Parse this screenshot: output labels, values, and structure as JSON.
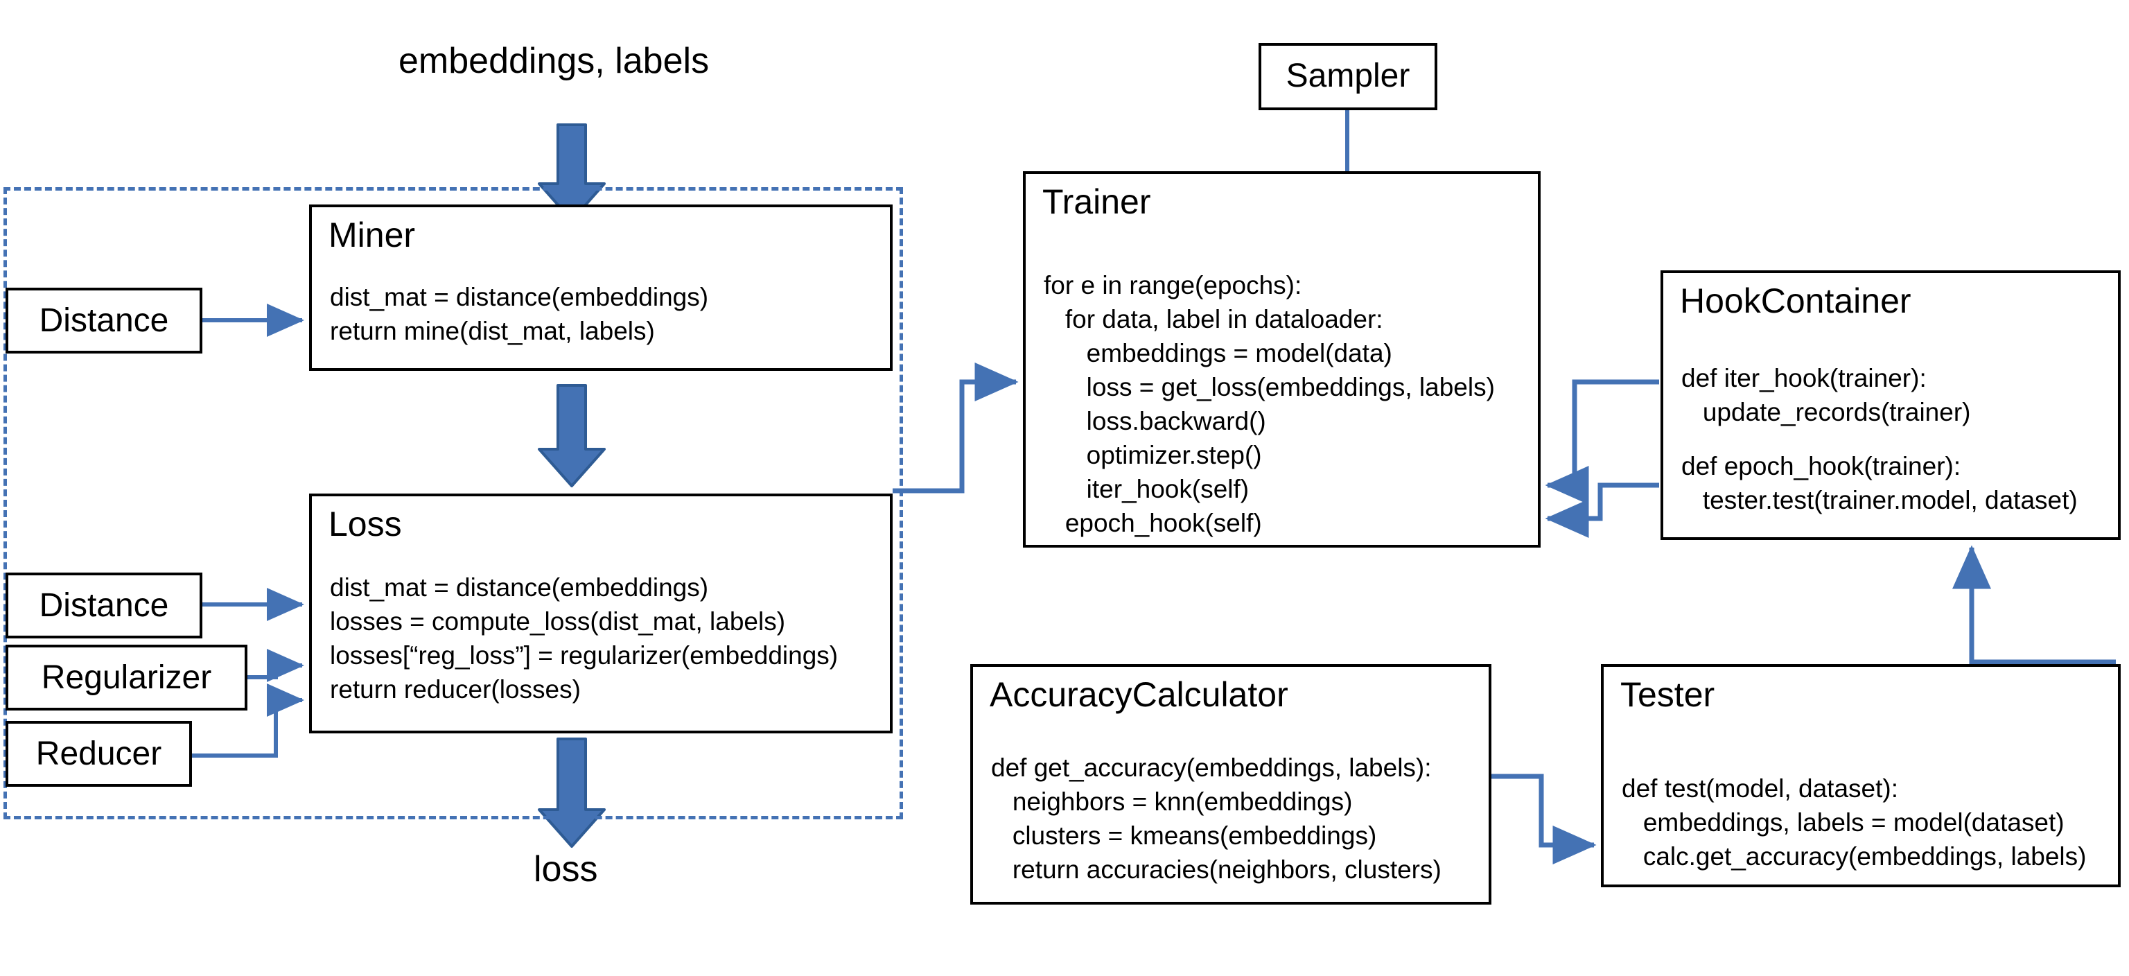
{
  "diagram": {
    "title_text_top": "embeddings, labels",
    "title_text_bottom": "loss",
    "accent_color": "#4472B4",
    "border_color": "#000000",
    "background_color": "#FFFFFF"
  },
  "loss_group": {
    "name": "loss-computation-group",
    "style": "dashed"
  },
  "miner": {
    "title": "Miner",
    "code_lines": [
      "dist_mat = distance(embeddings)",
      "return mine(dist_mat, labels)"
    ]
  },
  "loss": {
    "title": "Loss",
    "code_lines": [
      "dist_mat = distance(embeddings)",
      "losses = compute_loss(dist_mat, labels)",
      "losses[“reg_loss”] = regularizer(embeddings)",
      "return reducer(losses)"
    ]
  },
  "side_inputs": {
    "distance_miner": "Distance",
    "distance_loss": "Distance",
    "regularizer": "Regularizer",
    "reducer": "Reducer"
  },
  "sampler": {
    "title": "Sampler"
  },
  "trainer": {
    "title": "Trainer",
    "code_lines": [
      "for e in range(epochs):",
      "   for data, label in dataloader:",
      "      embeddings = model(data)",
      "      loss = get_loss(embeddings, labels)",
      "      loss.backward()",
      "      optimizer.step()",
      "      iter_hook(self)",
      "   epoch_hook(self)"
    ]
  },
  "hook_container": {
    "title": "HookContainer",
    "code_lines": [
      "def iter_hook(trainer):",
      "   update_records(trainer)",
      "",
      "def epoch_hook(trainer):",
      "   tester.test(trainer.model, dataset)"
    ]
  },
  "accuracy_calculator": {
    "title": "AccuracyCalculator",
    "code_lines": [
      "def get_accuracy(embeddings, labels):",
      "   neighbors = knn(embeddings)",
      "   clusters = kmeans(embeddings)",
      "   return accuracies(neighbors, clusters)"
    ]
  },
  "tester": {
    "title": "Tester",
    "code_lines": [
      "def test(model, dataset):",
      "   embeddings, labels = model(dataset)",
      "   calc.get_accuracy(embeddings, labels)"
    ]
  }
}
